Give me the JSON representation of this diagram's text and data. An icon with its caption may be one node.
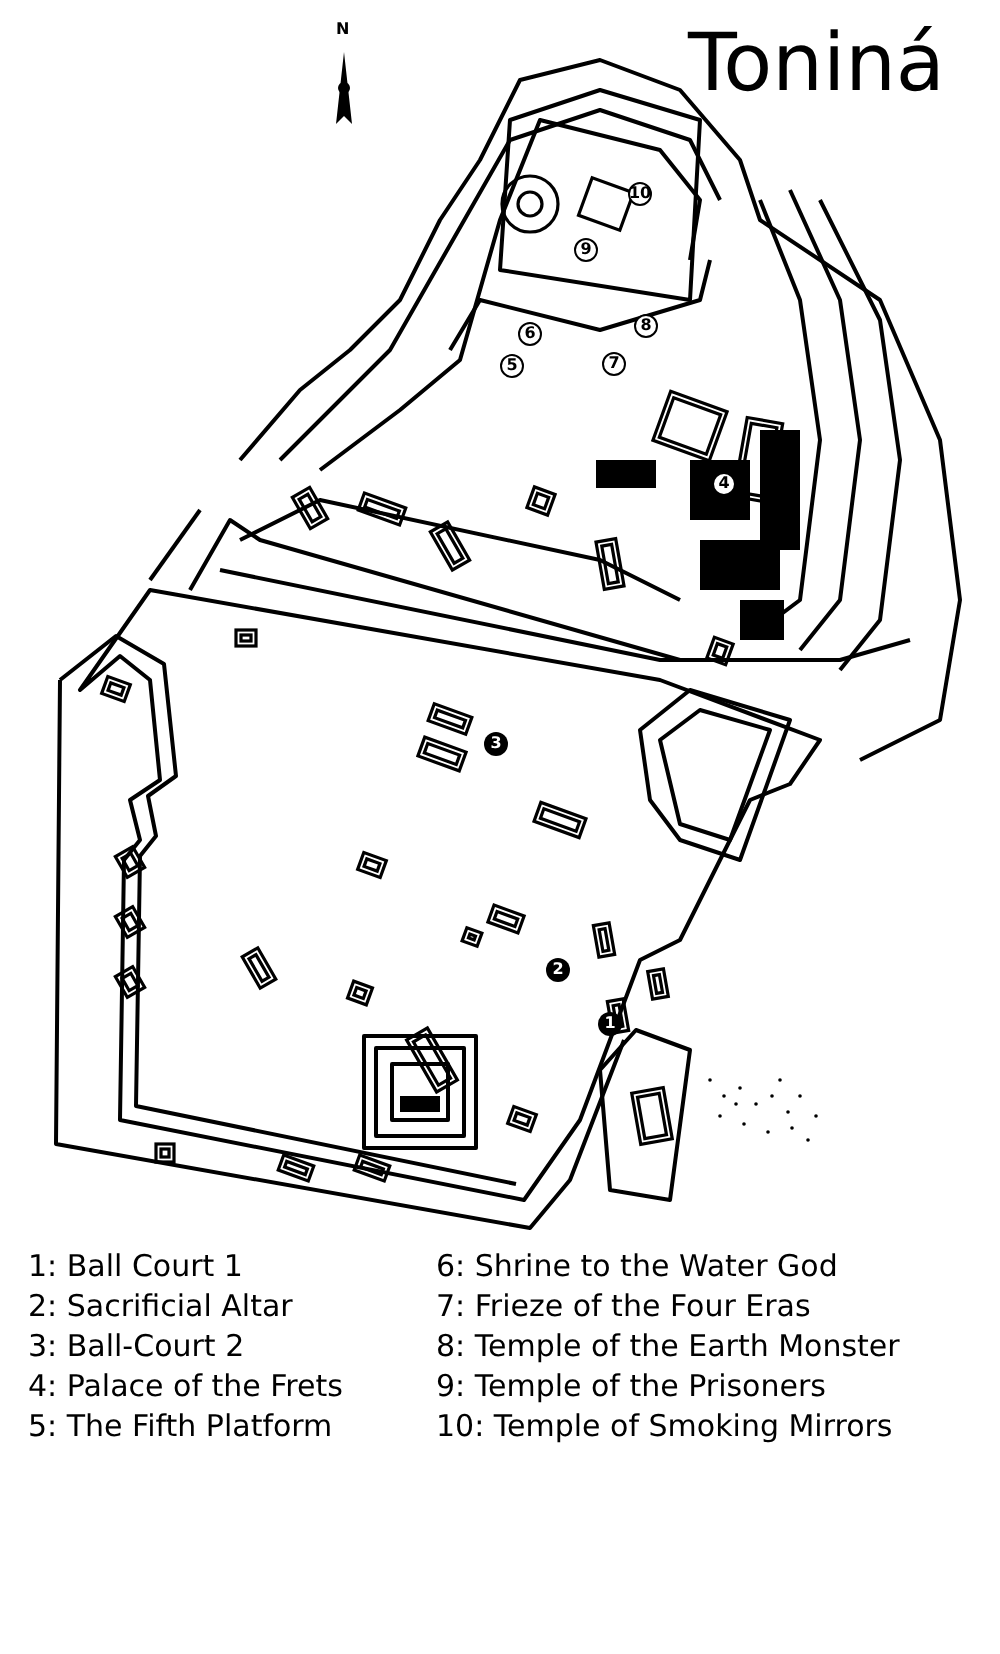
{
  "diagram": {
    "title": "Toniná",
    "labels": [
      "N",
      "10",
      "9",
      "8",
      "6",
      "7",
      "5",
      "4",
      "3",
      "2",
      "1",
      "1: Ball Court 1",
      "2: Sacrificial Altar",
      "3: Ball-Court 2",
      "4: Palace of the Frets",
      "5: The Fifth Platform",
      "6: Shrine to the Water God",
      "7: Frieze of the Four Eras",
      "8: Temple of the Earth Monster",
      "9: Temple of the Prisoners",
      "10: Temple of Smoking Mirrors"
    ]
  }
}
